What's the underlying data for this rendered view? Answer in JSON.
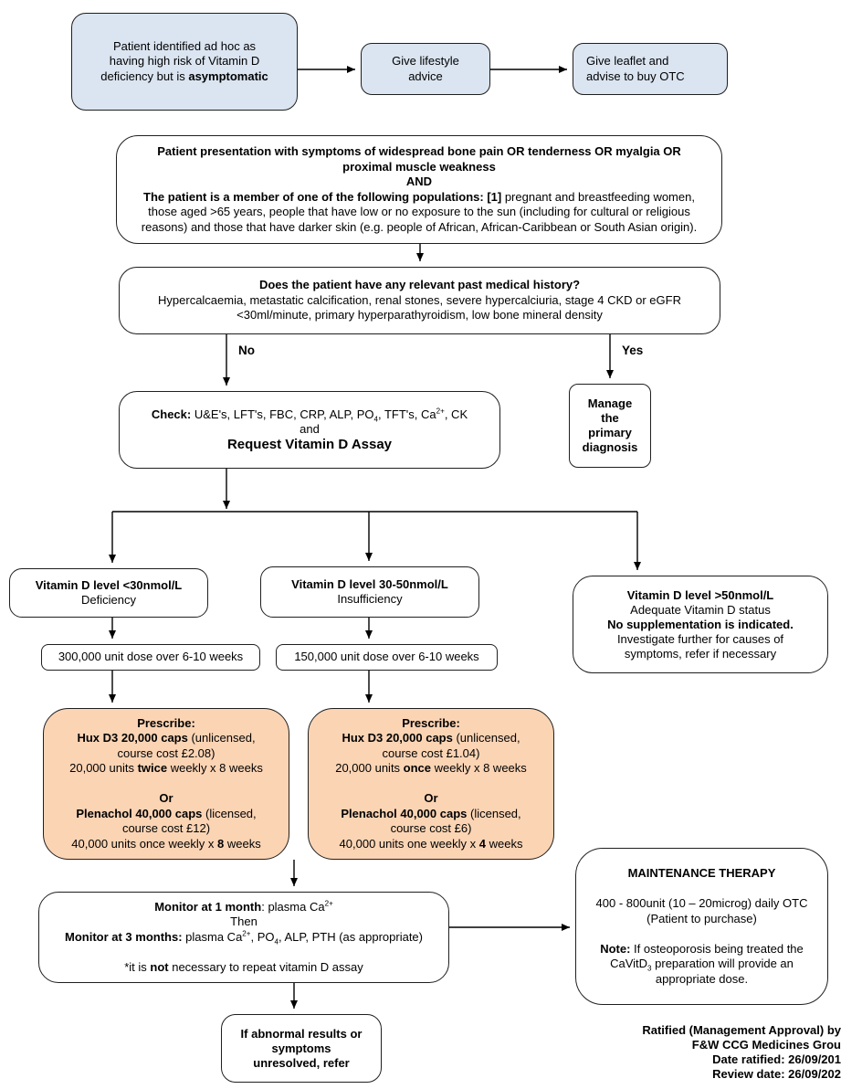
{
  "colors": {
    "blue": "#dbe5f1",
    "orange": "#fbd4b4",
    "border": "#1f1f1f",
    "line": "#000000"
  },
  "edge_labels": {
    "no": "No",
    "yes": "Yes"
  },
  "nodes": {
    "asymptomatic": {
      "lines": [
        [
          {
            "t": "Patient identified ad hoc as"
          }
        ],
        [
          {
            "t": "having high risk of Vitamin D"
          }
        ],
        [
          {
            "t": "deficiency but is "
          },
          {
            "t": "asymptomatic",
            "b": 1
          }
        ]
      ]
    },
    "lifestyle": {
      "lines": [
        [
          {
            "t": "Give lifestyle"
          }
        ],
        [
          {
            "t": "advice"
          }
        ]
      ]
    },
    "leaflet": {
      "lines": [
        [
          {
            "t": "Give leaflet and"
          }
        ],
        [
          {
            "t": "advise to buy OTC"
          }
        ]
      ]
    },
    "presentation": {
      "lines": [
        [
          {
            "t": "Patient presentation with symptoms of widespread bone pain OR tenderness OR myalgia OR",
            "b": 1
          }
        ],
        [
          {
            "t": "proximal muscle weakness",
            "b": 1
          }
        ],
        [
          {
            "t": "AND",
            "b": 1
          }
        ],
        [
          {
            "t": "The patient is a member of one of the following populations: [1]",
            "b": 1
          },
          {
            "t": " pregnant and breastfeeding women,"
          }
        ],
        [
          {
            "t": "those aged >65 years, people that have low or no exposure to the sun (including for cultural or religious"
          }
        ],
        [
          {
            "t": "reasons) and those that have darker skin (e.g. people of African, African-Caribbean or South Asian origin)."
          }
        ]
      ]
    },
    "history": {
      "lines": [
        [
          {
            "t": "Does the patient have any relevant past medical history?",
            "b": 1
          }
        ],
        [
          {
            "t": "Hypercalcaemia, metastatic calcification, renal stones, severe hypercalciuria, stage 4 CKD or eGFR"
          }
        ],
        [
          {
            "t": "<30ml/minute, primary hyperparathyroidism, low bone mineral density"
          }
        ]
      ]
    },
    "check": {
      "lines": [
        [
          {
            "t": "Check:",
            "b": 1
          },
          {
            "t": " U&E's, LFT's, FBC, CRP, ALP, PO"
          },
          {
            "t": "4",
            "sub": 1
          },
          {
            "t": ", TFT's, Ca"
          },
          {
            "t": "2+",
            "sup": 1
          },
          {
            "t": ", CK"
          }
        ],
        [
          {
            "t": "and"
          }
        ],
        [
          {
            "t": "Request Vitamin D Assay",
            "b": 1,
            "big": 1
          }
        ]
      ]
    },
    "manage": {
      "lines": [
        [
          {
            "t": "Manage",
            "b": 1
          }
        ],
        [
          {
            "t": "the",
            "b": 1
          }
        ],
        [
          {
            "t": "primary",
            "b": 1
          }
        ],
        [
          {
            "t": "diagnosis",
            "b": 1
          }
        ]
      ]
    },
    "deficiency": {
      "lines": [
        [
          {
            "t": "Vitamin D level <30nmol/L",
            "b": 1
          }
        ],
        [
          {
            "t": "Deficiency"
          }
        ]
      ]
    },
    "insufficiency": {
      "lines": [
        [
          {
            "t": "Vitamin D level 30-50nmol/L",
            "b": 1
          }
        ],
        [
          {
            "t": "Insufficiency"
          }
        ]
      ]
    },
    "adequate": {
      "lines": [
        [
          {
            "t": "Vitamin D level >50nmol/L",
            "b": 1
          }
        ],
        [
          {
            "t": "Adequate Vitamin D status"
          }
        ],
        [
          {
            "t": "No supplementation is indicated.",
            "b": 1
          }
        ],
        [
          {
            "t": "Investigate further for causes of"
          }
        ],
        [
          {
            "t": "symptoms, refer if necessary"
          }
        ]
      ]
    },
    "dose300": {
      "lines": [
        [
          {
            "t": "300,000 unit dose over 6-10 weeks"
          }
        ]
      ]
    },
    "dose150": {
      "lines": [
        [
          {
            "t": "150,000 unit dose over 6-10 weeks"
          }
        ]
      ]
    },
    "rx_deficiency": {
      "lines": [
        [
          {
            "t": "Prescribe:",
            "b": 1
          }
        ],
        [
          {
            "t": "Hux D3 20,000 caps",
            "b": 1
          },
          {
            "t": " (unlicensed,"
          }
        ],
        [
          {
            "t": "course cost £2.08)"
          }
        ],
        [
          {
            "t": "20,000 units "
          },
          {
            "t": "twice",
            "b": 1
          },
          {
            "t": " weekly x 8 weeks"
          }
        ],
        [],
        [
          {
            "t": "Or",
            "b": 1
          }
        ],
        [
          {
            "t": "Plenachol 40,000 caps",
            "b": 1
          },
          {
            "t": " (licensed,"
          }
        ],
        [
          {
            "t": "course cost £12)"
          }
        ],
        [
          {
            "t": "40,000 units once weekly x "
          },
          {
            "t": "8",
            "b": 1
          },
          {
            "t": " weeks"
          }
        ]
      ]
    },
    "rx_insufficiency": {
      "lines": [
        [
          {
            "t": "Prescribe:",
            "b": 1
          }
        ],
        [
          {
            "t": "Hux D3 20,000 caps",
            "b": 1
          },
          {
            "t": " (unlicensed,"
          }
        ],
        [
          {
            "t": "course cost £1.04)"
          }
        ],
        [
          {
            "t": "20,000 units "
          },
          {
            "t": "once",
            "b": 1
          },
          {
            "t": " weekly x 8 weeks"
          }
        ],
        [],
        [
          {
            "t": "Or",
            "b": 1
          }
        ],
        [
          {
            "t": "Plenachol 40,000 caps",
            "b": 1
          },
          {
            "t": " (licensed,"
          }
        ],
        [
          {
            "t": "course cost £6)"
          }
        ],
        [
          {
            "t": "40,000 units one weekly x "
          },
          {
            "t": "4",
            "b": 1
          },
          {
            "t": " weeks"
          }
        ]
      ]
    },
    "monitor": {
      "lines": [
        [
          {
            "t": "Monitor at 1 month",
            "b": 1
          },
          {
            "t": ": plasma Ca"
          },
          {
            "t": "2+",
            "sup": 1
          }
        ],
        [
          {
            "t": "Then"
          }
        ],
        [
          {
            "t": "Monitor at 3 months:",
            "b": 1
          },
          {
            "t": " plasma Ca"
          },
          {
            "t": "2+",
            "sup": 1
          },
          {
            "t": ", PO"
          },
          {
            "t": "4",
            "sub": 1
          },
          {
            "t": ", ALP, PTH (as appropriate)"
          }
        ],
        [],
        [
          {
            "t": "*it is "
          },
          {
            "t": "not",
            "b": 1
          },
          {
            "t": " necessary to repeat vitamin D assay"
          }
        ]
      ]
    },
    "maintenance": {
      "lines": [
        [
          {
            "t": "MAINTENANCE THERAPY",
            "b": 1
          }
        ],
        [],
        [
          {
            "t": "400 - 800unit (10 – 20microg) daily OTC"
          }
        ],
        [
          {
            "t": "(Patient to purchase)"
          }
        ],
        [],
        [
          {
            "t": "Note:",
            "b": 1
          },
          {
            "t": " If osteoporosis being treated the"
          }
        ],
        [
          {
            "t": "CaVitD"
          },
          {
            "t": "3",
            "sub": 1
          },
          {
            "t": " preparation will provide an"
          }
        ],
        [
          {
            "t": "appropriate dose."
          }
        ]
      ]
    },
    "refer": {
      "lines": [
        [
          {
            "t": "If abnormal results or",
            "b": 1
          }
        ],
        [
          {
            "t": "symptoms",
            "b": 1
          }
        ],
        [
          {
            "t": "unresolved, refer",
            "b": 1
          }
        ]
      ]
    }
  },
  "footer": {
    "lines": [
      [
        {
          "t": "Ratified (Management Approval) by",
          "b": 1
        }
      ],
      [
        {
          "t": "F&W CCG Medicines Grou",
          "b": 1
        }
      ],
      [
        {
          "t": "Date ratified: 26/09/201",
          "b": 1
        }
      ],
      [
        {
          "t": "Review date: 26/09/202",
          "b": 1
        }
      ]
    ]
  }
}
